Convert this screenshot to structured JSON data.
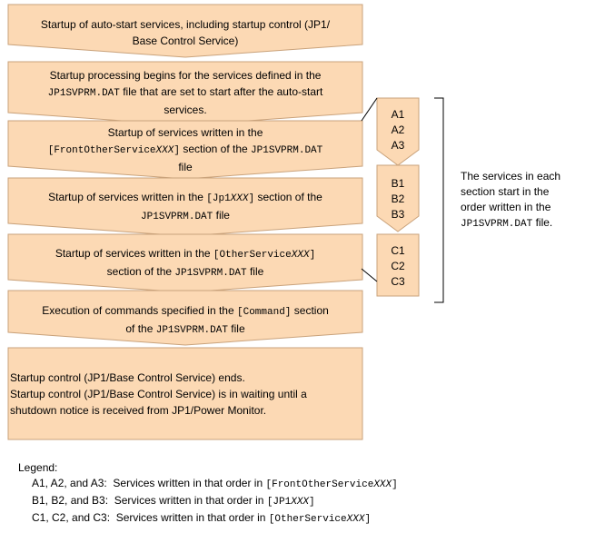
{
  "steps": [
    {
      "plain1": "Startup of auto-start services, including startup control (JP1/",
      "plain2": "Base Control Service)"
    },
    {
      "plain1": "Startup processing begins for the services defined in the",
      "code1": "JP1SVPRM.DAT",
      "plain2": "file that are set to start after the auto-start",
      "plain3": "services."
    },
    {
      "plain1": "Startup of services written in the",
      "code1": "[FrontOtherService",
      "code1i": "XXX",
      "code1end": "]",
      "plain2": "section of the",
      "code2": "JP1SVPRM.DAT",
      "plain3": "file"
    },
    {
      "plain1": "Startup of services written in the",
      "code1": "[Jp1",
      "code1i": "XXX",
      "code1end": "]",
      "plain2": "section of the",
      "code2": "JP1SVPRM.DAT",
      "plain3": "file"
    },
    {
      "plain1": "Startup of services written in the",
      "code1": "[OtherService",
      "code1i": "XXX",
      "code1end": "]",
      "plain2": "section of the",
      "code2": "JP1SVPRM.DAT",
      "plain3": "file"
    },
    {
      "plain1": "Execution of commands specified in the",
      "code1": "[Command]",
      "plain2": "section",
      "plain3": "of the",
      "code2": "JP1SVPRM.DAT",
      "plain4": "file"
    },
    {
      "line1": "Startup control (JP1/Base Control Service) ends.",
      "line2": "Startup control (JP1/Base Control Service) is in waiting until a",
      "line3": "shutdown notice is received from JP1/Power Monitor."
    }
  ],
  "sub_arrows": [
    {
      "items": [
        "A1",
        "A2",
        "A3"
      ]
    },
    {
      "items": [
        "B1",
        "B2",
        "B3"
      ]
    },
    {
      "items": [
        "C1",
        "C2",
        "C3"
      ]
    }
  ],
  "side_note": {
    "line1": "The services in each",
    "line2": "section start in the",
    "line3": "order written in the",
    "code": "JP1SVPRM.DAT",
    "line4end": "file."
  },
  "legend": {
    "title": "Legend:",
    "rows": [
      {
        "label": "A1, A2, and A3:",
        "text": "Services written in that order in",
        "code": "[FrontOtherService",
        "codei": "XXX",
        "codeend": "]"
      },
      {
        "label": "B1, B2, and B3:",
        "text": "Services written in that order in",
        "code": "[JP1",
        "codei": "XXX",
        "codeend": "]"
      },
      {
        "label": "C1, C2, and C3:",
        "text": "Services written in that order in",
        "code": "[OtherService",
        "codei": "XXX",
        "codeend": "]"
      }
    ]
  },
  "colors": {
    "fill": "#fcd9b4",
    "stroke": "#c9a27b",
    "text": "#000000"
  }
}
